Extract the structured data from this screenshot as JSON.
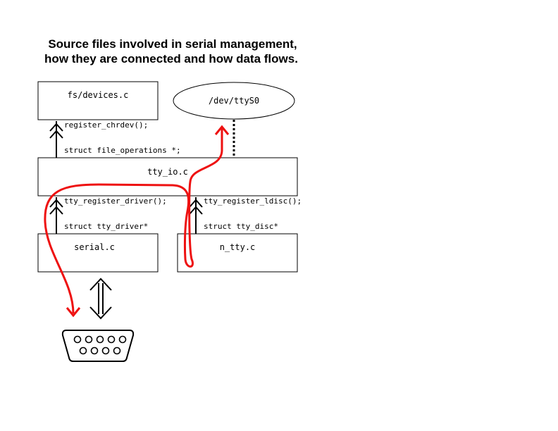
{
  "title": {
    "line1": "Source files involved in serial management,",
    "line2": "how they are connected and how data flows."
  },
  "boxes": {
    "fs_devices": "fs/devices.c",
    "dev_ttys0": "/dev/ttyS0",
    "tty_io": "tty_io.c",
    "serial": "serial.c",
    "n_tty": "n_tty.c"
  },
  "labels": {
    "register_chrdev": "register_chrdev();",
    "file_operations": "struct file_operations *;",
    "tty_register_driver": "tty_register_driver();",
    "tty_driver": "struct tty_driver*",
    "tty_register_ldisc": "tty_register_ldisc();",
    "tty_disc": "struct tty_disc*"
  },
  "colors": {
    "data_flow": "#ee1111",
    "outline": "#000000"
  },
  "icons": {
    "connector": "db9-serial-port-icon",
    "bidirectional": "double-arrow-icon"
  }
}
